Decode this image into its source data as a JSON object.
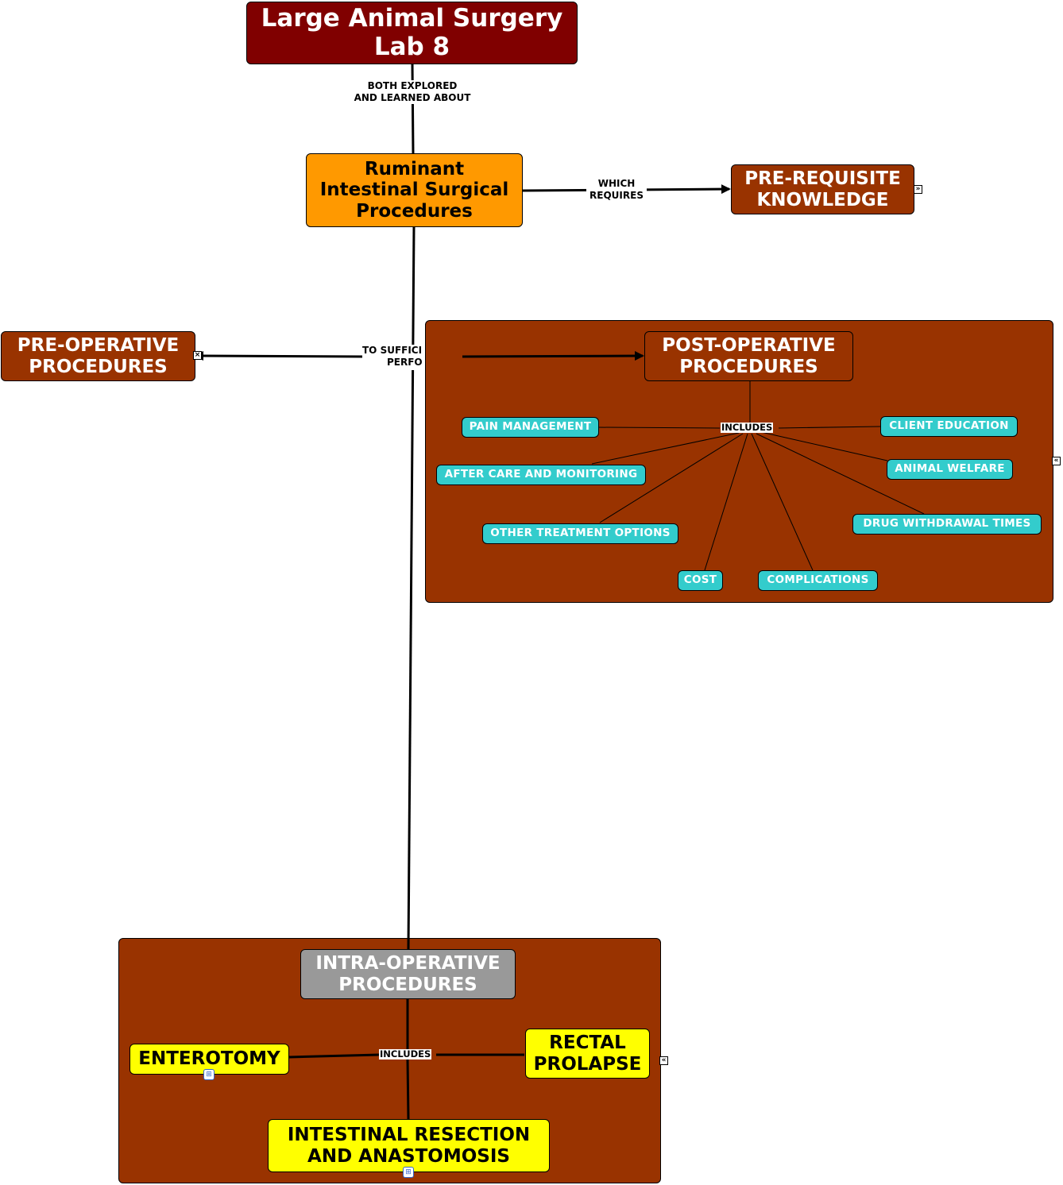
{
  "title": {
    "line1": "Large Animal Surgery",
    "line2": "Lab 8"
  },
  "links": {
    "both_explored_1": "BOTH EXPLORED",
    "both_explored_2": "AND LEARNED ABOUT",
    "which_requires_1": "WHICH",
    "which_requires_2": "REQUIRES",
    "to_suffici": "TO SUFFICI",
    "perfo": "PERFO",
    "includes_post": "INCLUDES",
    "includes_intra": "INCLUDES"
  },
  "nodes": {
    "ruminant": {
      "line1": "Ruminant",
      "line2": "Intestinal Surgical",
      "line3": "Procedures"
    },
    "prereq": {
      "line1": "PRE-REQUISITE",
      "line2": "KNOWLEDGE"
    },
    "preop": {
      "line1": "PRE-OPERATIVE",
      "line2": "PROCEDURES"
    },
    "postop": {
      "line1": "POST-OPERATIVE",
      "line2": "PROCEDURES"
    },
    "intraop": {
      "line1": "INTRA-OPERATIVE",
      "line2": "PROCEDURES"
    },
    "enterotomy": "ENTEROTOMY",
    "rectal": {
      "line1": "RECTAL",
      "line2": "PROLAPSE"
    },
    "resection": {
      "line1": "INTESTINAL RESECTION",
      "line2": "AND ANASTOMOSIS"
    }
  },
  "post_items": {
    "pain": "PAIN MANAGEMENT",
    "aftercare": "AFTER CARE AND MONITORING",
    "other": "OTHER TREATMENT OPTIONS",
    "cost": "COST",
    "complications": "COMPLICATIONS",
    "drug": "DRUG WITHDRAWAL TIMES",
    "welfare": "ANIMAL WELFARE",
    "client": "CLIENT EDUCATION"
  },
  "icons": {
    "expand": "expand-icon",
    "collapse": "collapse-icon",
    "close": "close-icon",
    "resource": "concept-map-resource-icon"
  },
  "colors": {
    "title_bg": "#800000",
    "ruminant_bg": "#ff9900",
    "brown": "#993300",
    "grey": "#999999",
    "yellow": "#ffff00",
    "teal": "#33cccc"
  }
}
